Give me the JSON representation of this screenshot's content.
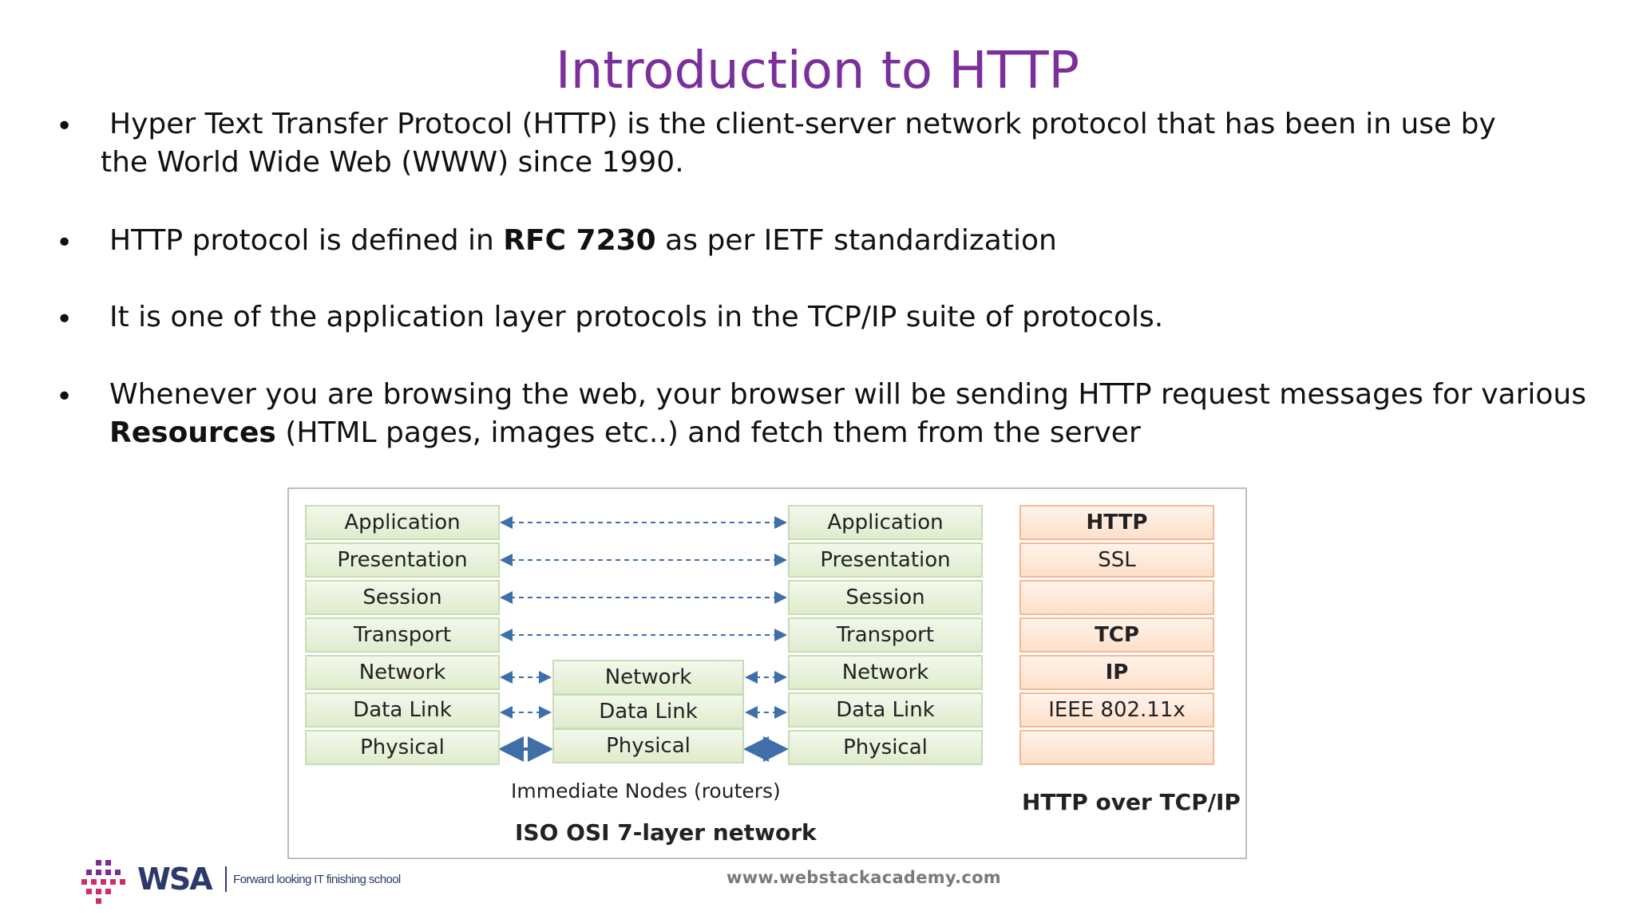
{
  "title": "Introduction to HTTP",
  "bullets": [
    {
      "line1": "Hyper Text Transfer Protocol (HTTP) is the client-server network protocol that has been in use by",
      "line2": "the World Wide Web (WWW) since 1990."
    },
    {
      "pre": "HTTP protocol is defined in ",
      "bold": "RFC 7230",
      "post": " as per IETF standardization"
    },
    {
      "line1": "It is one of the application layer protocols in the TCP/IP suite of protocols."
    },
    {
      "line1": "Whenever you are browsing the web, your browser will be sending HTTP request messages for various",
      "line2_bold": "Resources",
      "line2_rest": " (HTML pages, images etc..) and fetch them from the server"
    }
  ],
  "bullet_char": "•",
  "diagram": {
    "osi_layers": [
      "Application",
      "Presentation",
      "Session",
      "Transport",
      "Network",
      "Data Link",
      "Physical"
    ],
    "router_layers": [
      "Network",
      "Data Link",
      "Physical"
    ],
    "router_caption": "Immediate Nodes (routers)",
    "osi_caption": "ISO OSI 7-layer network",
    "tcpip_layers": [
      "HTTP",
      "SSL",
      "",
      "TCP",
      "IP",
      "IEEE 802.11x",
      ""
    ],
    "tcpip_caption": "HTTP over TCP/IP",
    "colors": {
      "green_border": "#c9dcb3",
      "orange_border": "#f5b994",
      "arrow": "#3f6fa8"
    }
  },
  "footer": {
    "url": "www.webstackacademy.com",
    "logo_text": "WSA",
    "tagline": "Forward looking IT finishing school"
  }
}
